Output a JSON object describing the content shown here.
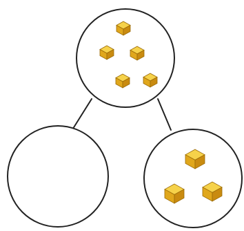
{
  "diagram": {
    "type": "number-bond",
    "description_free": true,
    "colors": {
      "outline": "#222222",
      "cube_top": "#f6d24a",
      "cube_left": "#e0a71c",
      "cube_right": "#c98b10",
      "cube_edge": "#9a6a08"
    },
    "icon": "unit-cube-icon",
    "nodes": [
      {
        "id": "whole",
        "cube_count": 5
      },
      {
        "id": "part-left",
        "cube_count": 0
      },
      {
        "id": "part-right",
        "cube_count": 3
      }
    ],
    "edges": [
      {
        "from": "whole",
        "to": "part-left"
      },
      {
        "from": "whole",
        "to": "part-right"
      }
    ]
  }
}
